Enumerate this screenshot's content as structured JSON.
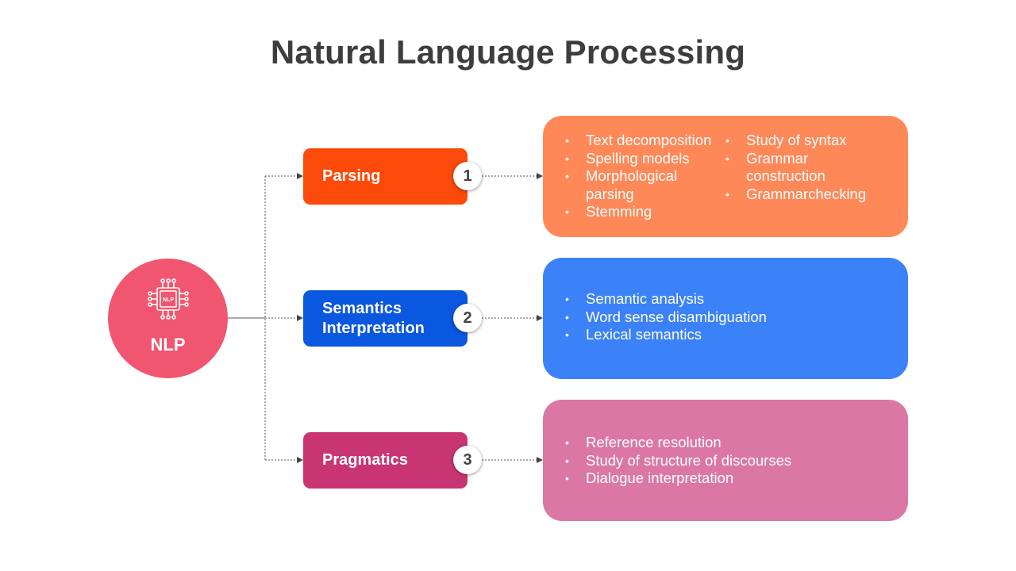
{
  "title": "Natural Language Processing",
  "root": {
    "label": "NLP",
    "icon": "nlp-chip-icon",
    "icon_text": "NLP",
    "color": "#f0566f"
  },
  "branches": [
    {
      "number": "1",
      "label": "Parsing",
      "color": "#fc4a0a",
      "panel_color": "#ff8859",
      "columns": [
        [
          "Text decomposition",
          "Spelling models",
          "Morphological parsing",
          "Stemming"
        ],
        [
          "Study of syntax",
          "Grammar construction",
          "Grammarchecking"
        ]
      ]
    },
    {
      "number": "2",
      "label": "Semantics Interpretation",
      "color": "#0a57e0",
      "panel_color": "#3b82f8",
      "columns": [
        [
          "Semantic analysis",
          "Word sense disambiguation",
          "Lexical semantics"
        ]
      ]
    },
    {
      "number": "3",
      "label": "Pragmatics",
      "color": "#c93573",
      "panel_color": "#db77a4",
      "columns": [
        [
          "Reference resolution",
          "Study of structure of discourses",
          "Dialogue interpretation"
        ]
      ]
    }
  ]
}
